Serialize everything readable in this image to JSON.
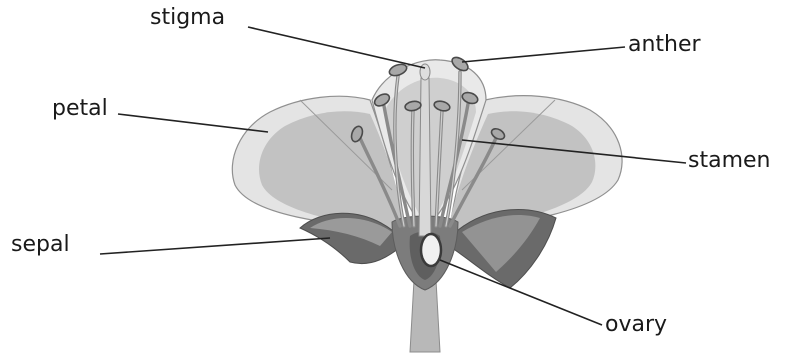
{
  "labels": {
    "stigma": "stigma",
    "anther": "anther",
    "petal": "petal",
    "stamen": "stamen",
    "sepal": "sepal",
    "ovary": "ovary"
  },
  "colors": {
    "petal_outer": "#e2e2e2",
    "petal_inner": "#bdbdbd",
    "petal_edge": "#8e8e8e",
    "sepal": "#6f6f6f",
    "receptacle": "#7a7a7a",
    "stem": "#b5b5b5",
    "stamen": "#8a8a8a",
    "anther": "#a9a9a9",
    "ovule": "#f2f2f2",
    "leader": "#222222"
  }
}
